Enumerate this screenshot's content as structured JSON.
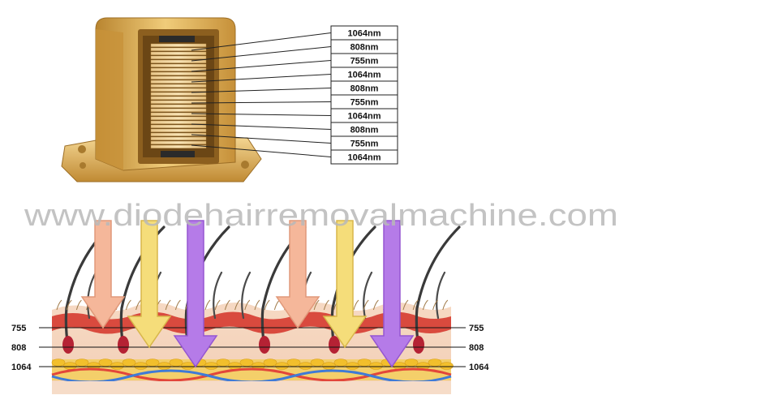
{
  "laser_labels": [
    "1064nm",
    "808nm",
    "755nm",
    "1064nm",
    "808nm",
    "755nm",
    "1064nm",
    "808nm",
    "755nm",
    "1064nm"
  ],
  "watermark": "www.diodehairremovalmachine.com",
  "depth_labels_left": [
    "755",
    "808",
    "1064"
  ],
  "depth_labels_right": [
    "755",
    "808",
    "1064"
  ],
  "colors": {
    "gold": "#d9a646",
    "skin": "#f7d8c4",
    "dermis_red": "#d9443b",
    "fat": "#f2c434",
    "arrow_755": "#f5b79a",
    "arrow_808": "#f5dd7a",
    "arrow_1064": "#b57be8"
  }
}
